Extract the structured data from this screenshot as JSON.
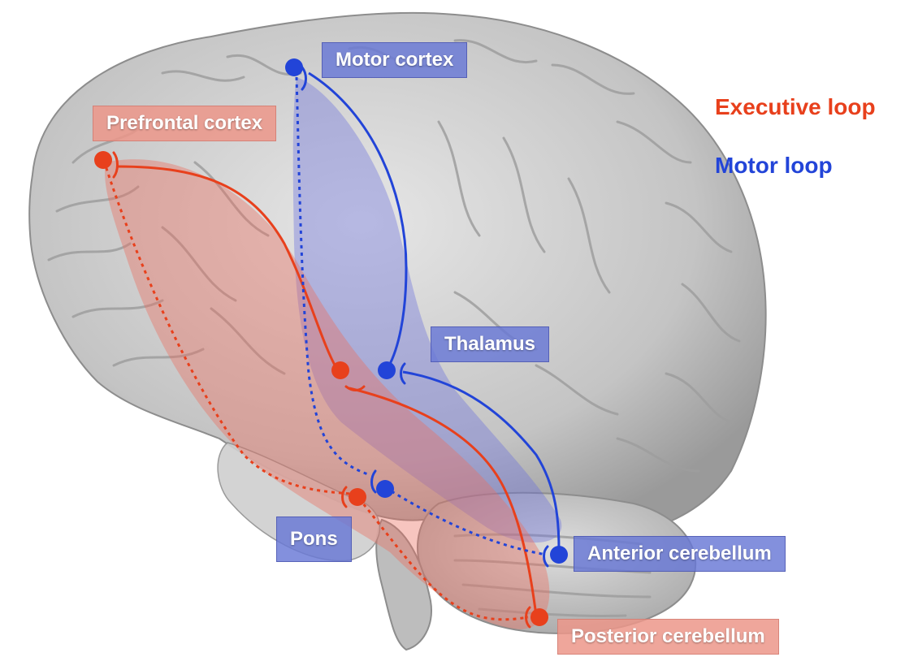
{
  "labels": {
    "motor_cortex": "Motor cortex",
    "prefrontal_cortex": "Prefrontal cortex",
    "thalamus": "Thalamus",
    "pons": "Pons",
    "anterior_cerebellum": "Anterior cerebellum",
    "posterior_cerebellum": "Posterior cerebellum"
  },
  "legend": {
    "executive": "Executive loop",
    "motor": "Motor loop"
  },
  "colors": {
    "executive": "#e8401c",
    "motor": "#2244d8",
    "brain": "#c9c9c9"
  }
}
